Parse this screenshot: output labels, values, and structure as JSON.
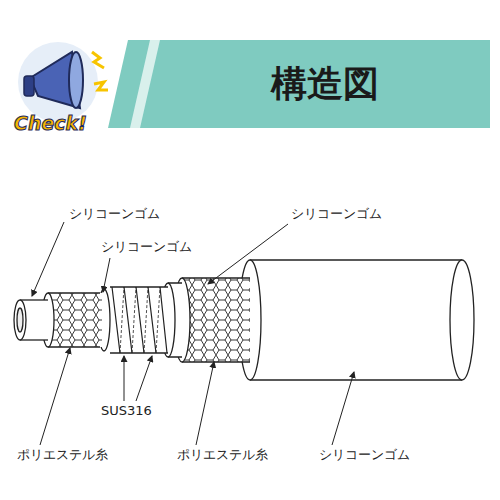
{
  "diagram": {
    "title": "構造図",
    "labels": [
      "Check!",
      "シリコーンゴム",
      "シリコーンゴム",
      "シリコーンゴム",
      "SUS316",
      "ポリエステル糸",
      "ポリエステル糸",
      "シリコーンゴム"
    ]
  }
}
